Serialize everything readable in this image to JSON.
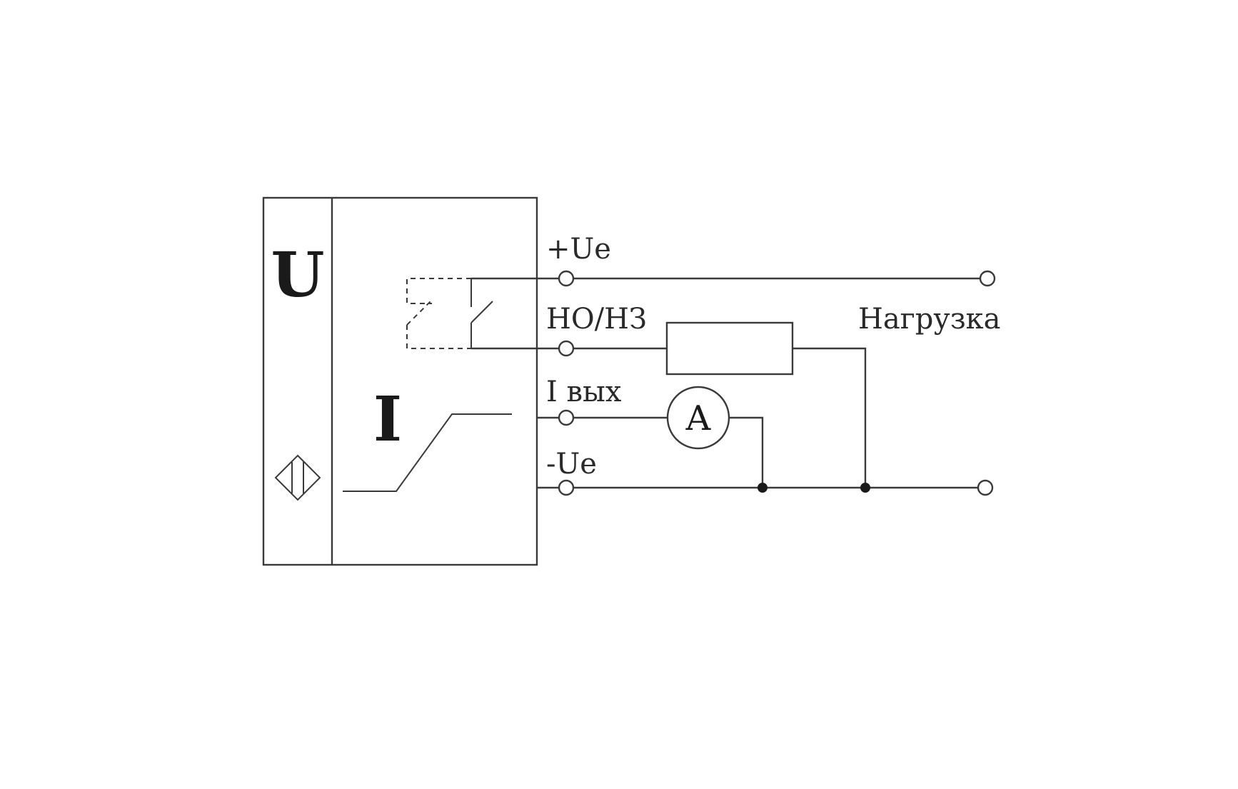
{
  "diagram": {
    "block": {
      "voltage_symbol": "U",
      "current_symbol": "I"
    },
    "terminals": {
      "plus_ue": "+Ue",
      "no_nc": "НО/НЗ",
      "i_out": "I вых",
      "minus_ue": "-Ue"
    },
    "load_label": "Нагрузка",
    "ammeter_label": "A",
    "colors": {
      "line": "#3a3a3a",
      "background": "#ffffff",
      "node": "#1a1a1a"
    }
  }
}
